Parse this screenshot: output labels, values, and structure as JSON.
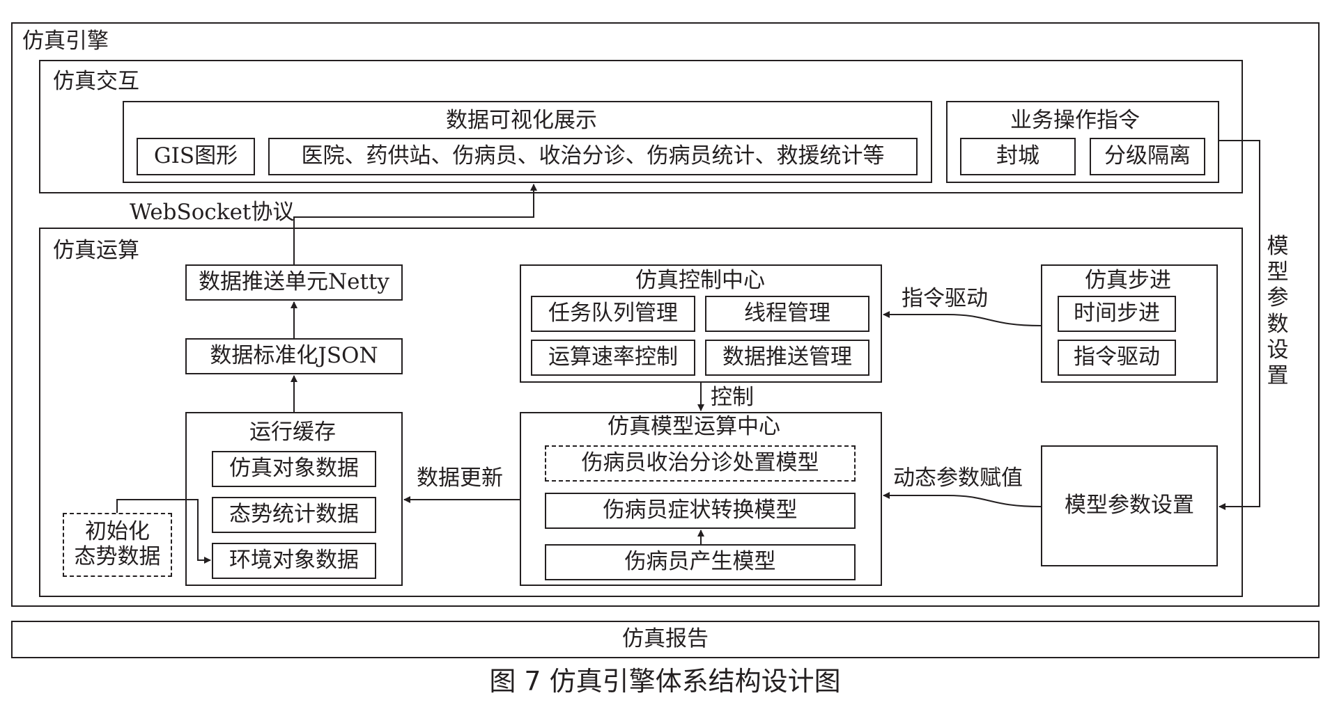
{
  "engine": {
    "title": "仿真引擎"
  },
  "interaction": {
    "title": "仿真交互",
    "visualization": {
      "title": "数据可视化展示",
      "gis": "GIS图形",
      "items": "医院、药供站、伤病员、收治分诊、伤病员统计、救援统计等"
    },
    "business": {
      "title": "业务操作指令",
      "lockdown": "封城",
      "isolation": "分级隔离"
    }
  },
  "websocket_label": "WebSocket协议",
  "model_param_vertical": "模型参数设置",
  "computation": {
    "title": "仿真运算",
    "push_unit": "数据推送单元Netty",
    "json_std": "数据标准化JSON",
    "control_center": {
      "title": "仿真控制中心",
      "task_queue": "任务队列管理",
      "thread": "线程管理",
      "rate": "运算速率控制",
      "push_mgmt": "数据推送管理"
    },
    "stepping": {
      "title": "仿真步进",
      "time_step": "时间步进",
      "cmd_drive": "指令驱动"
    },
    "cmd_drive_label": "指令驱动",
    "control_label": "控制",
    "cache": {
      "title": "运行缓存",
      "sim_obj": "仿真对象数据",
      "situation_stats": "态势统计数据",
      "env_obj": "环境对象数据"
    },
    "init_situation": "初始化\n态势数据",
    "data_update_label": "数据更新",
    "model_center": {
      "title": "仿真模型运算中心",
      "triage_model": "伤病员收治分诊处置模型",
      "symptom_model": "伤病员症状转换模型",
      "generate_model": "伤病员产生模型"
    },
    "dynamic_param_label": "动态参数赋值",
    "model_param_box": "模型参数设置"
  },
  "report": "仿真报告",
  "caption": "图 7   仿真引擎体系结构设计图"
}
